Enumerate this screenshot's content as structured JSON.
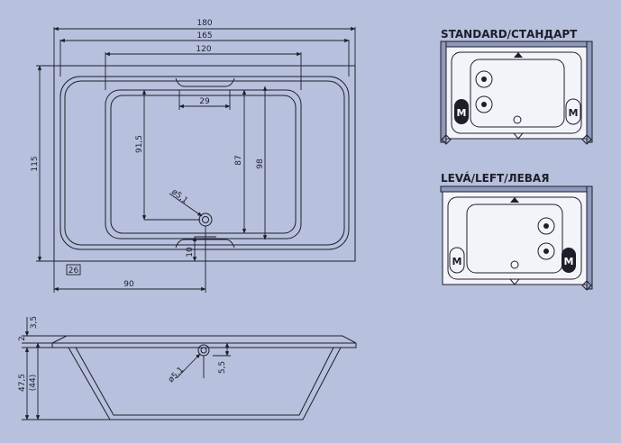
{
  "colors": {
    "background": "#b7c0dc",
    "wall": "#8e98ba",
    "tub": "#f2f4fa",
    "line": "#1e1e2a"
  },
  "top_view": {
    "dims": {
      "overall_length": "180",
      "outer_length": "165",
      "inner_length": "120",
      "handle_width": "29",
      "inner_depth_a": "91,5",
      "inner_depth_b": "87",
      "inner_depth_c": "98",
      "overall_width": "115",
      "drain_diameter": "ø5,1",
      "drain_offset": "10",
      "corner_mark": "26",
      "drain_position": "90"
    }
  },
  "side_view": {
    "dims": {
      "rim_top": "3,5",
      "rim_thickness": "2",
      "total_height": "47,5",
      "inner_height": "(44)",
      "overflow_diameter": "ø5,1",
      "overflow_offset": "5,5"
    }
  },
  "variants": {
    "standard": {
      "title": "STANDARD/СТАНДАРТ",
      "motor_label": "M",
      "alt_label": "M"
    },
    "left": {
      "title": "LEVÁ/LEFT/ЛЕВАЯ",
      "motor_label": "M",
      "alt_label": "M"
    }
  }
}
